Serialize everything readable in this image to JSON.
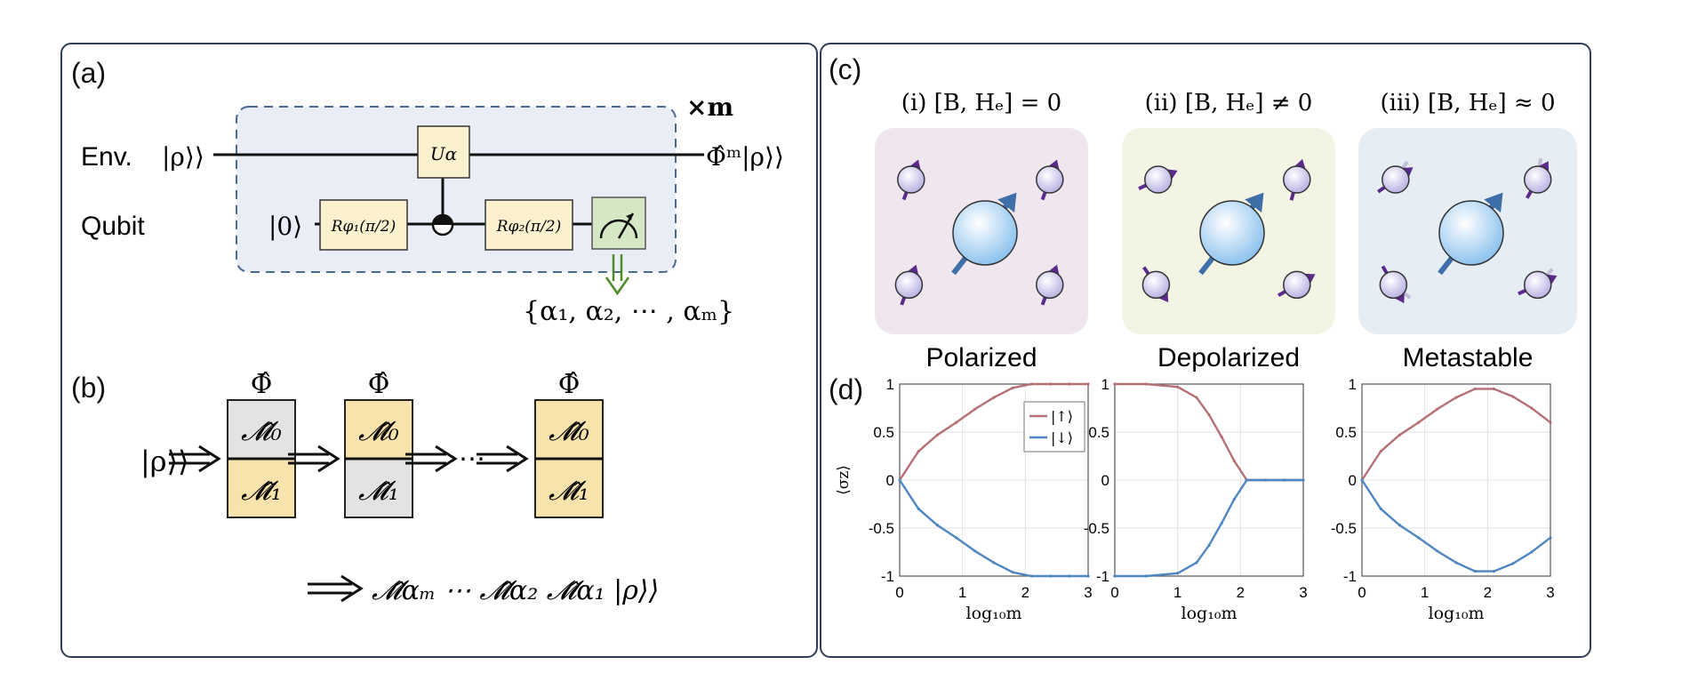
{
  "panel_labels": {
    "a": "(a)",
    "b": "(b)",
    "c": "(c)",
    "d": "(d)"
  },
  "circuit": {
    "env_label": "Env.",
    "qubit_label": "Qubit",
    "env_input": "|ρ⟩⟩",
    "qubit_input": "|0⟩",
    "repeat": "×m",
    "gate_u": "Uα",
    "gate_r1": "Rφ₁(π/2)",
    "gate_r2": "Rφ₂(π/2)",
    "output": "Φ̂ᵐ|ρ⟩⟩",
    "outcomes": "{α₁, α₂, ⋯ , αₘ}"
  },
  "chain": {
    "input": "|ρ⟩⟩",
    "phi": "Φ̂",
    "m0": "𝓜̂₀",
    "m1": "𝓜̂₁",
    "dots": "⋯",
    "result": "𝓜̂αₘ ⋯ 𝓜̂α₂ 𝓜̂α₁ |ρ⟩⟩",
    "blocks": [
      {
        "top_highlight": false,
        "bottom_highlight": true
      },
      {
        "top_highlight": true,
        "bottom_highlight": false
      },
      {
        "top_highlight": true,
        "bottom_highlight": true
      }
    ],
    "colors": {
      "gray": "#e3e3e3",
      "yellow": "#f8e3ad"
    }
  },
  "cases": [
    {
      "title": "(i) [B, Hₑ] = 0",
      "caption": "Polarized",
      "bg": "#efe6ee"
    },
    {
      "title": "(ii) [B, Hₑ] ≠ 0",
      "caption": "Depolarized",
      "bg": "#f3f4e4"
    },
    {
      "title": "(iii) [B, Hₑ] ≈ 0",
      "caption": "Metastable",
      "bg": "#e6eef3"
    }
  ],
  "chart_data": [
    {
      "type": "line",
      "xlabel": "log₁₀m",
      "ylabel": "⟨σz⟩",
      "xlim": [
        0,
        3
      ],
      "ylim": [
        -1,
        1
      ],
      "xticks": [
        "0",
        "1",
        "2",
        "3"
      ],
      "yticks": [
        "1",
        "0.5",
        "0",
        "-0.5",
        "-1"
      ],
      "grid": true,
      "legend": "top-right",
      "series": [
        {
          "name": "|↑⟩",
          "color": "#b57076",
          "x": [
            0,
            0.3,
            0.6,
            0.9,
            1.2,
            1.5,
            1.8,
            2.1,
            2.4,
            2.7,
            3
          ],
          "y": [
            0,
            0.3,
            0.47,
            0.6,
            0.74,
            0.86,
            0.96,
            1,
            1,
            1,
            1
          ]
        },
        {
          "name": "|↓⟩",
          "color": "#4f86c0",
          "x": [
            0,
            0.3,
            0.6,
            0.9,
            1.2,
            1.5,
            1.8,
            2.1,
            2.4,
            2.7,
            3
          ],
          "y": [
            0,
            -0.3,
            -0.47,
            -0.6,
            -0.74,
            -0.86,
            -0.96,
            -1,
            -1,
            -1,
            -1
          ]
        }
      ]
    },
    {
      "type": "line",
      "xlabel": "log₁₀m",
      "ylabel": "",
      "xlim": [
        0,
        3
      ],
      "ylim": [
        -1,
        1
      ],
      "xticks": [
        "0",
        "1",
        "2",
        "3"
      ],
      "yticks": [
        "1",
        "0.5",
        "0",
        "-0.5",
        "-1"
      ],
      "grid": true,
      "series": [
        {
          "color": "#b57076",
          "x": [
            0,
            0.5,
            1,
            1.3,
            1.5,
            1.7,
            1.9,
            2.1,
            2.4,
            2.7,
            3
          ],
          "y": [
            1,
            1,
            0.97,
            0.86,
            0.68,
            0.45,
            0.2,
            0,
            0,
            0,
            0
          ]
        },
        {
          "color": "#4f86c0",
          "x": [
            0,
            0.5,
            1,
            1.3,
            1.5,
            1.7,
            1.9,
            2.1,
            2.4,
            2.7,
            3
          ],
          "y": [
            -1,
            -1,
            -0.97,
            -0.86,
            -0.68,
            -0.45,
            -0.2,
            0,
            0,
            0,
            0
          ]
        }
      ]
    },
    {
      "type": "line",
      "xlabel": "log₁₀m",
      "ylabel": "",
      "xlim": [
        0,
        3
      ],
      "ylim": [
        -1,
        1
      ],
      "xticks": [
        "0",
        "1",
        "2",
        "3"
      ],
      "yticks": [
        "1",
        "0.5",
        "0",
        "-0.5",
        "-1"
      ],
      "grid": true,
      "series": [
        {
          "color": "#b57076",
          "x": [
            0,
            0.3,
            0.6,
            0.9,
            1.2,
            1.5,
            1.8,
            2.1,
            2.4,
            2.7,
            3
          ],
          "y": [
            0,
            0.3,
            0.47,
            0.6,
            0.74,
            0.86,
            0.95,
            0.95,
            0.87,
            0.75,
            0.6
          ]
        },
        {
          "color": "#4f86c0",
          "x": [
            0,
            0.3,
            0.6,
            0.9,
            1.2,
            1.5,
            1.8,
            2.1,
            2.4,
            2.7,
            3
          ],
          "y": [
            0,
            -0.3,
            -0.47,
            -0.6,
            -0.74,
            -0.86,
            -0.95,
            -0.95,
            -0.87,
            -0.75,
            -0.6
          ]
        }
      ]
    }
  ]
}
